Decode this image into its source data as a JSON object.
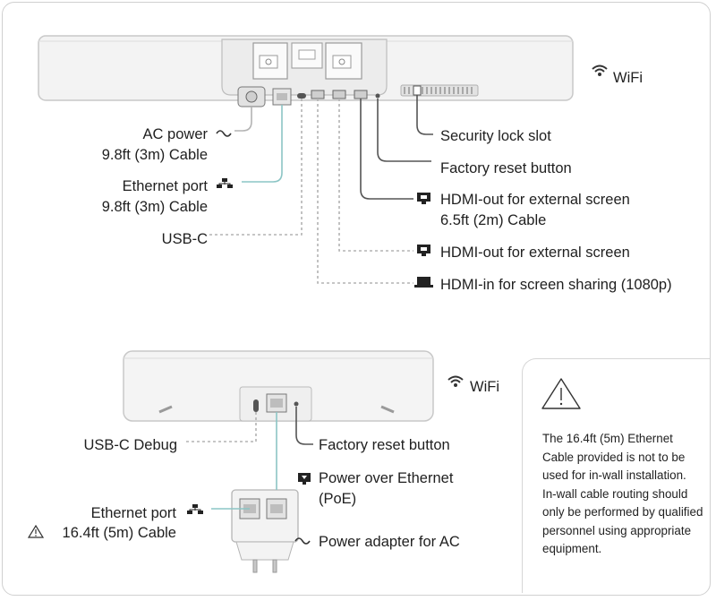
{
  "top_device": {
    "wifi_label": "WiFi",
    "labels": {
      "ac_power": "AC power",
      "ac_cable": "9.8ft (3m) Cable",
      "ethernet": "Ethernet port",
      "ethernet_cable": "9.8ft (3m) Cable",
      "usbc": "USB-C",
      "security_lock": "Security lock slot",
      "factory_reset": "Factory reset button",
      "hdmi_out_1": "HDMI-out for external screen",
      "hdmi_out_1_cable": "6.5ft (2m) Cable",
      "hdmi_out_2": "HDMI-out for external screen",
      "hdmi_in": "HDMI-in for screen sharing (1080p)"
    }
  },
  "bottom_device": {
    "wifi_label": "WiFi",
    "labels": {
      "usbc_debug": "USB-C Debug",
      "factory_reset": "Factory reset button",
      "poe_line1": "Power over Ethernet",
      "poe_line2": "(PoE)",
      "ethernet": "Ethernet port",
      "ethernet_cable": "16.4ft (5m) Cable",
      "power_adapter": "Power adapter for AC"
    }
  },
  "warning_note": {
    "icon": "warning-triangle-icon",
    "text": "The 16.4ft (5m) Ethernet Cable provided is not to be used for in-wall installation. In-wall cable routing should only be performed by qualified personnel using appropriate equipment."
  },
  "colors": {
    "leader_teal": "#8cc5c5",
    "leader_grey": "#b3b3b3",
    "device_fill": "#f4f4f4",
    "device_stroke": "#c8c8c8"
  }
}
